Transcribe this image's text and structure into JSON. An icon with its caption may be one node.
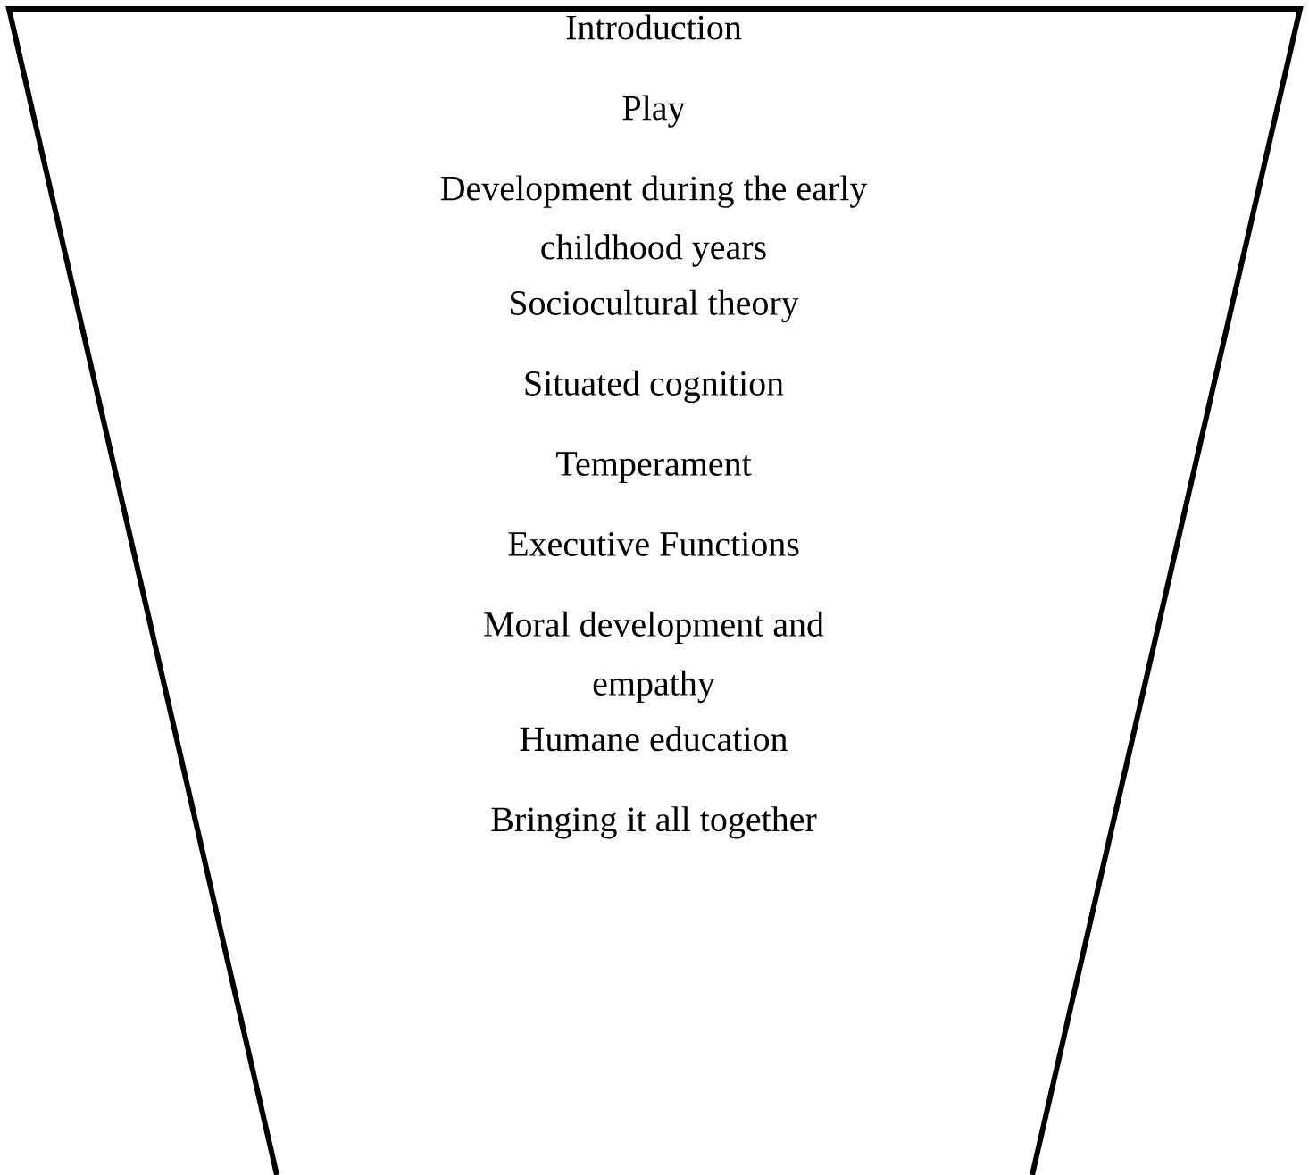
{
  "diagram": {
    "nodes": [
      {
        "text": [
          "Introduction",
          "Play",
          "Development during the early childhood years",
          "Sociocultural theory",
          "Situated cognition",
          "Temperament",
          "Executive Functions",
          "Moral development and empathy",
          "Humane education",
          "Bringing it all together"
        ]
      }
    ]
  }
}
